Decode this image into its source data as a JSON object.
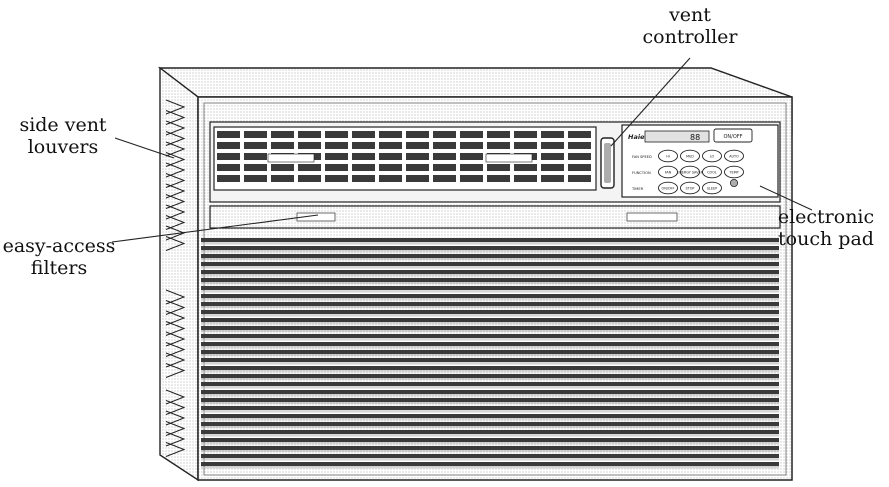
{
  "labels": {
    "side_vent_louvers": [
      "side vent",
      "louvers"
    ],
    "easy_access_filters": [
      "easy-access",
      "filters"
    ],
    "vent_controller": [
      "vent",
      "controller"
    ],
    "electronic_touch_pad": [
      "electronic",
      "touch pad"
    ]
  },
  "control_panel": {
    "brand": "Haier",
    "display": "88",
    "power_button": "ON/OFF",
    "row_labels": [
      "FAN SPEED",
      "FUNCTION",
      "TIMER"
    ],
    "buttons": [
      [
        "HI",
        "MED",
        "LO",
        "AUTO"
      ],
      [
        "FAN",
        "ENERGY SAVER",
        "COOL",
        "TEMP"
      ],
      [
        "ON/OFF",
        "STOP",
        "SLEEP"
      ]
    ]
  },
  "colors": {
    "outline": "#222222",
    "background": "#ffffff",
    "grille_dark": "#3a3a3a",
    "panel_grey": "#e8e8e8"
  }
}
